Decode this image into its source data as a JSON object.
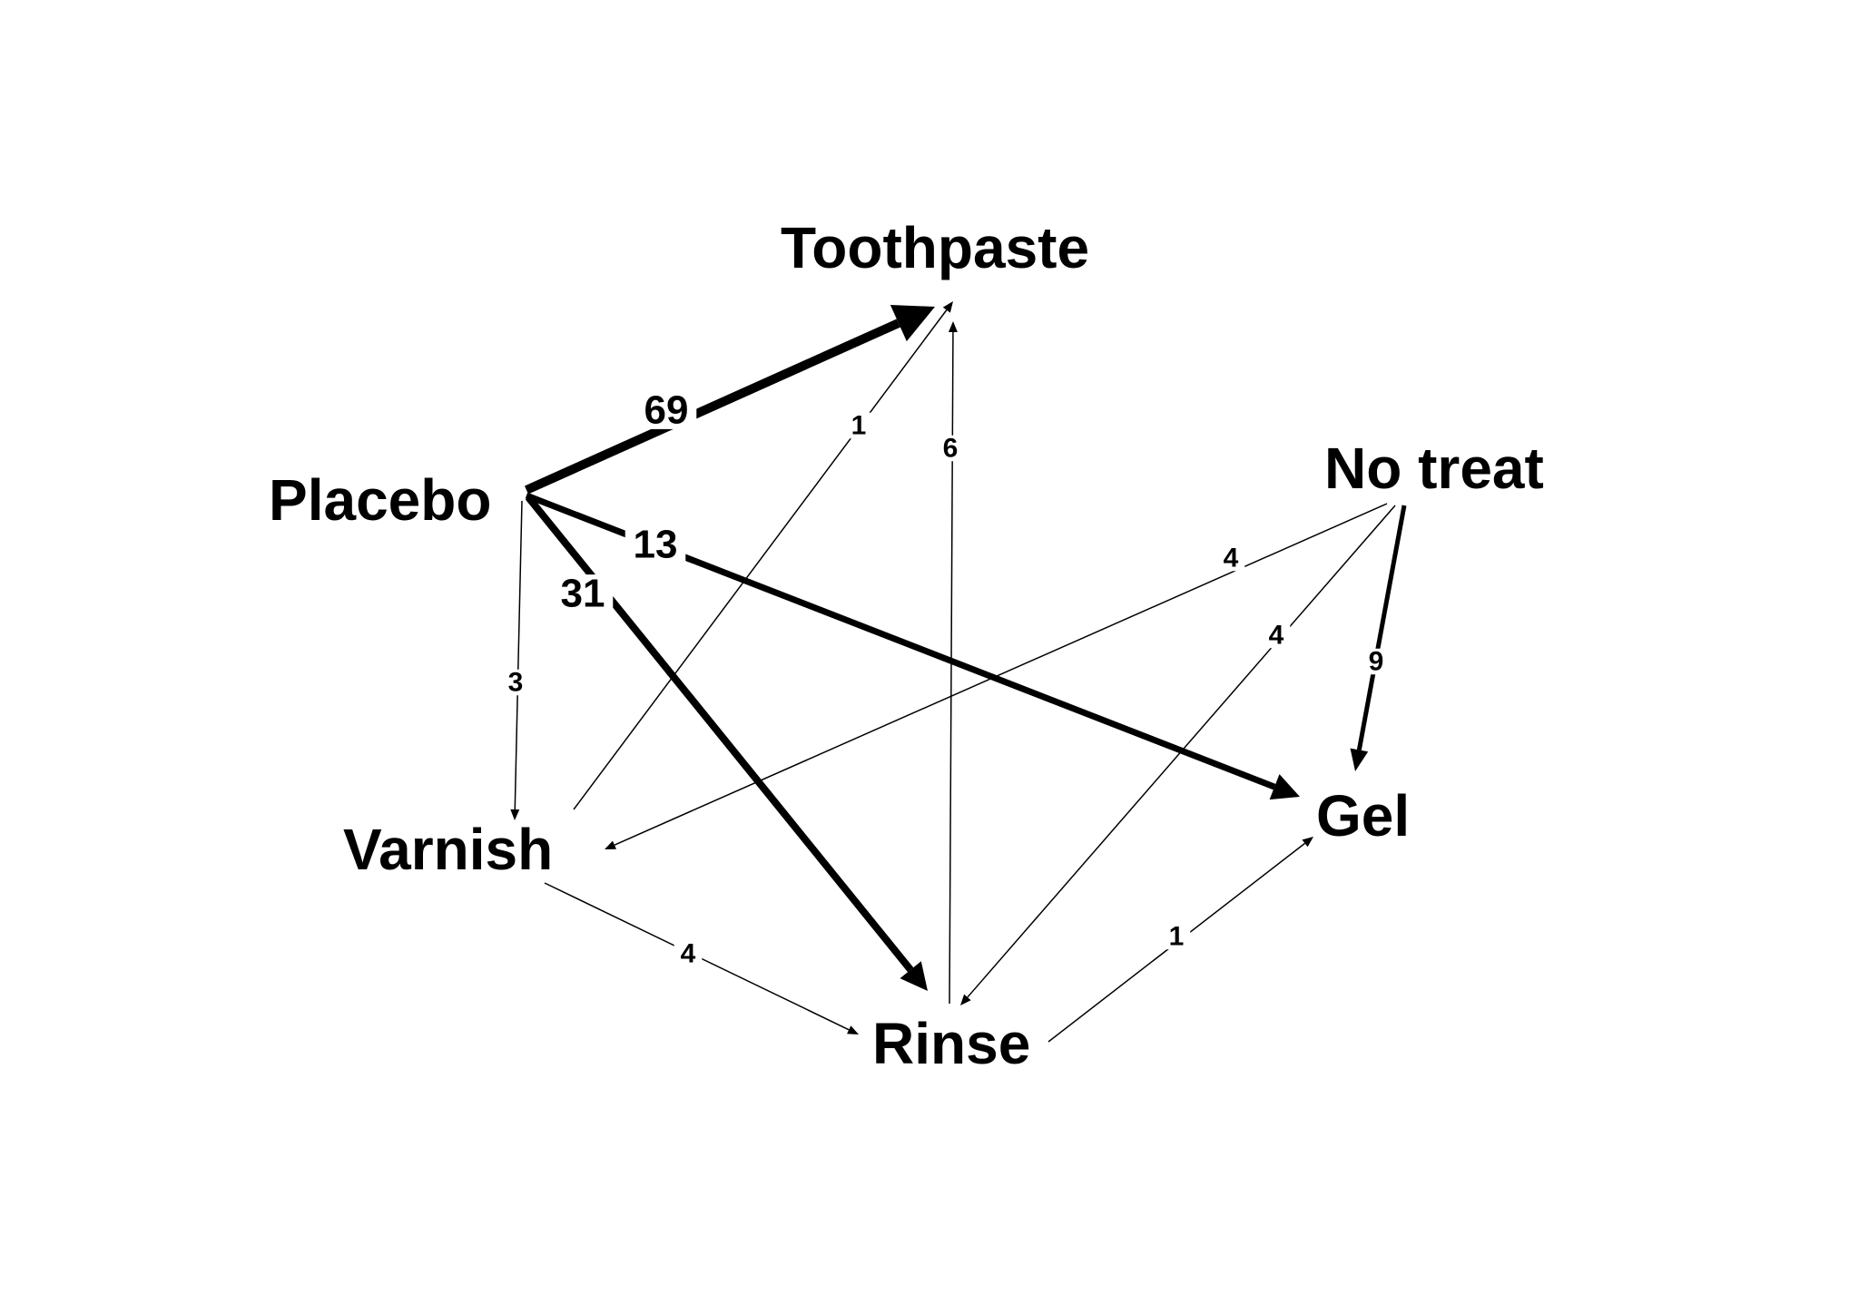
{
  "nodes": [
    {
      "id": "toothpaste",
      "label": "Toothpaste"
    },
    {
      "id": "placebo",
      "label": "Placebo"
    },
    {
      "id": "no_treat",
      "label": "No treat"
    },
    {
      "id": "varnish",
      "label": "Varnish"
    },
    {
      "id": "gel",
      "label": "Gel"
    },
    {
      "id": "rinse",
      "label": "Rinse"
    }
  ],
  "edges": [
    {
      "from": "placebo",
      "to": "toothpaste",
      "weight": "69"
    },
    {
      "from": "placebo",
      "to": "gel",
      "weight": "13"
    },
    {
      "from": "placebo",
      "to": "rinse",
      "weight": "31"
    },
    {
      "from": "placebo",
      "to": "varnish",
      "weight": "3"
    },
    {
      "from": "varnish",
      "to": "toothpaste",
      "weight": "1"
    },
    {
      "from": "rinse",
      "to": "toothpaste",
      "weight": "6"
    },
    {
      "from": "no_treat",
      "to": "varnish",
      "weight": "4"
    },
    {
      "from": "no_treat",
      "to": "rinse",
      "weight": "4"
    },
    {
      "from": "no_treat",
      "to": "gel",
      "weight": "9"
    },
    {
      "from": "varnish",
      "to": "rinse",
      "weight": "4"
    },
    {
      "from": "rinse",
      "to": "gel",
      "weight": "1"
    }
  ]
}
